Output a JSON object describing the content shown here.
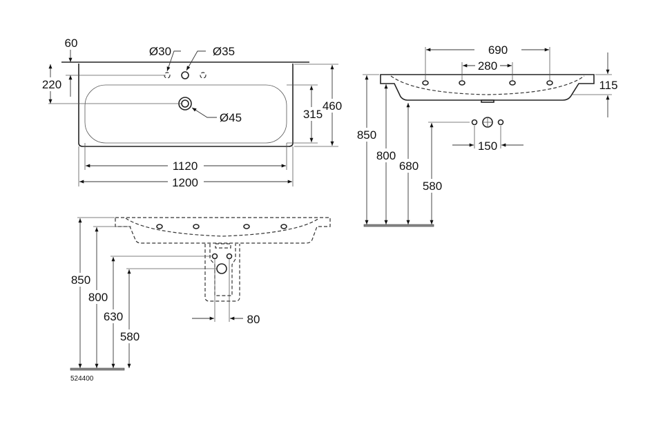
{
  "drawing": {
    "top_view": {
      "d60": "60",
      "d220": "220",
      "dia30": "Ø30",
      "dia35": "Ø35",
      "dia45": "Ø45",
      "d315": "315",
      "d460": "460",
      "d1120": "1120",
      "d1200": "1200"
    },
    "side_view": {
      "d690": "690",
      "d280": "280",
      "d115": "115",
      "d850": "850",
      "d800": "800",
      "d680": "680",
      "d580": "580",
      "d150": "150"
    },
    "front_view": {
      "d850": "850",
      "d800": "800",
      "d630": "630",
      "d580": "580",
      "d80": "80"
    },
    "article_number": "524400"
  }
}
